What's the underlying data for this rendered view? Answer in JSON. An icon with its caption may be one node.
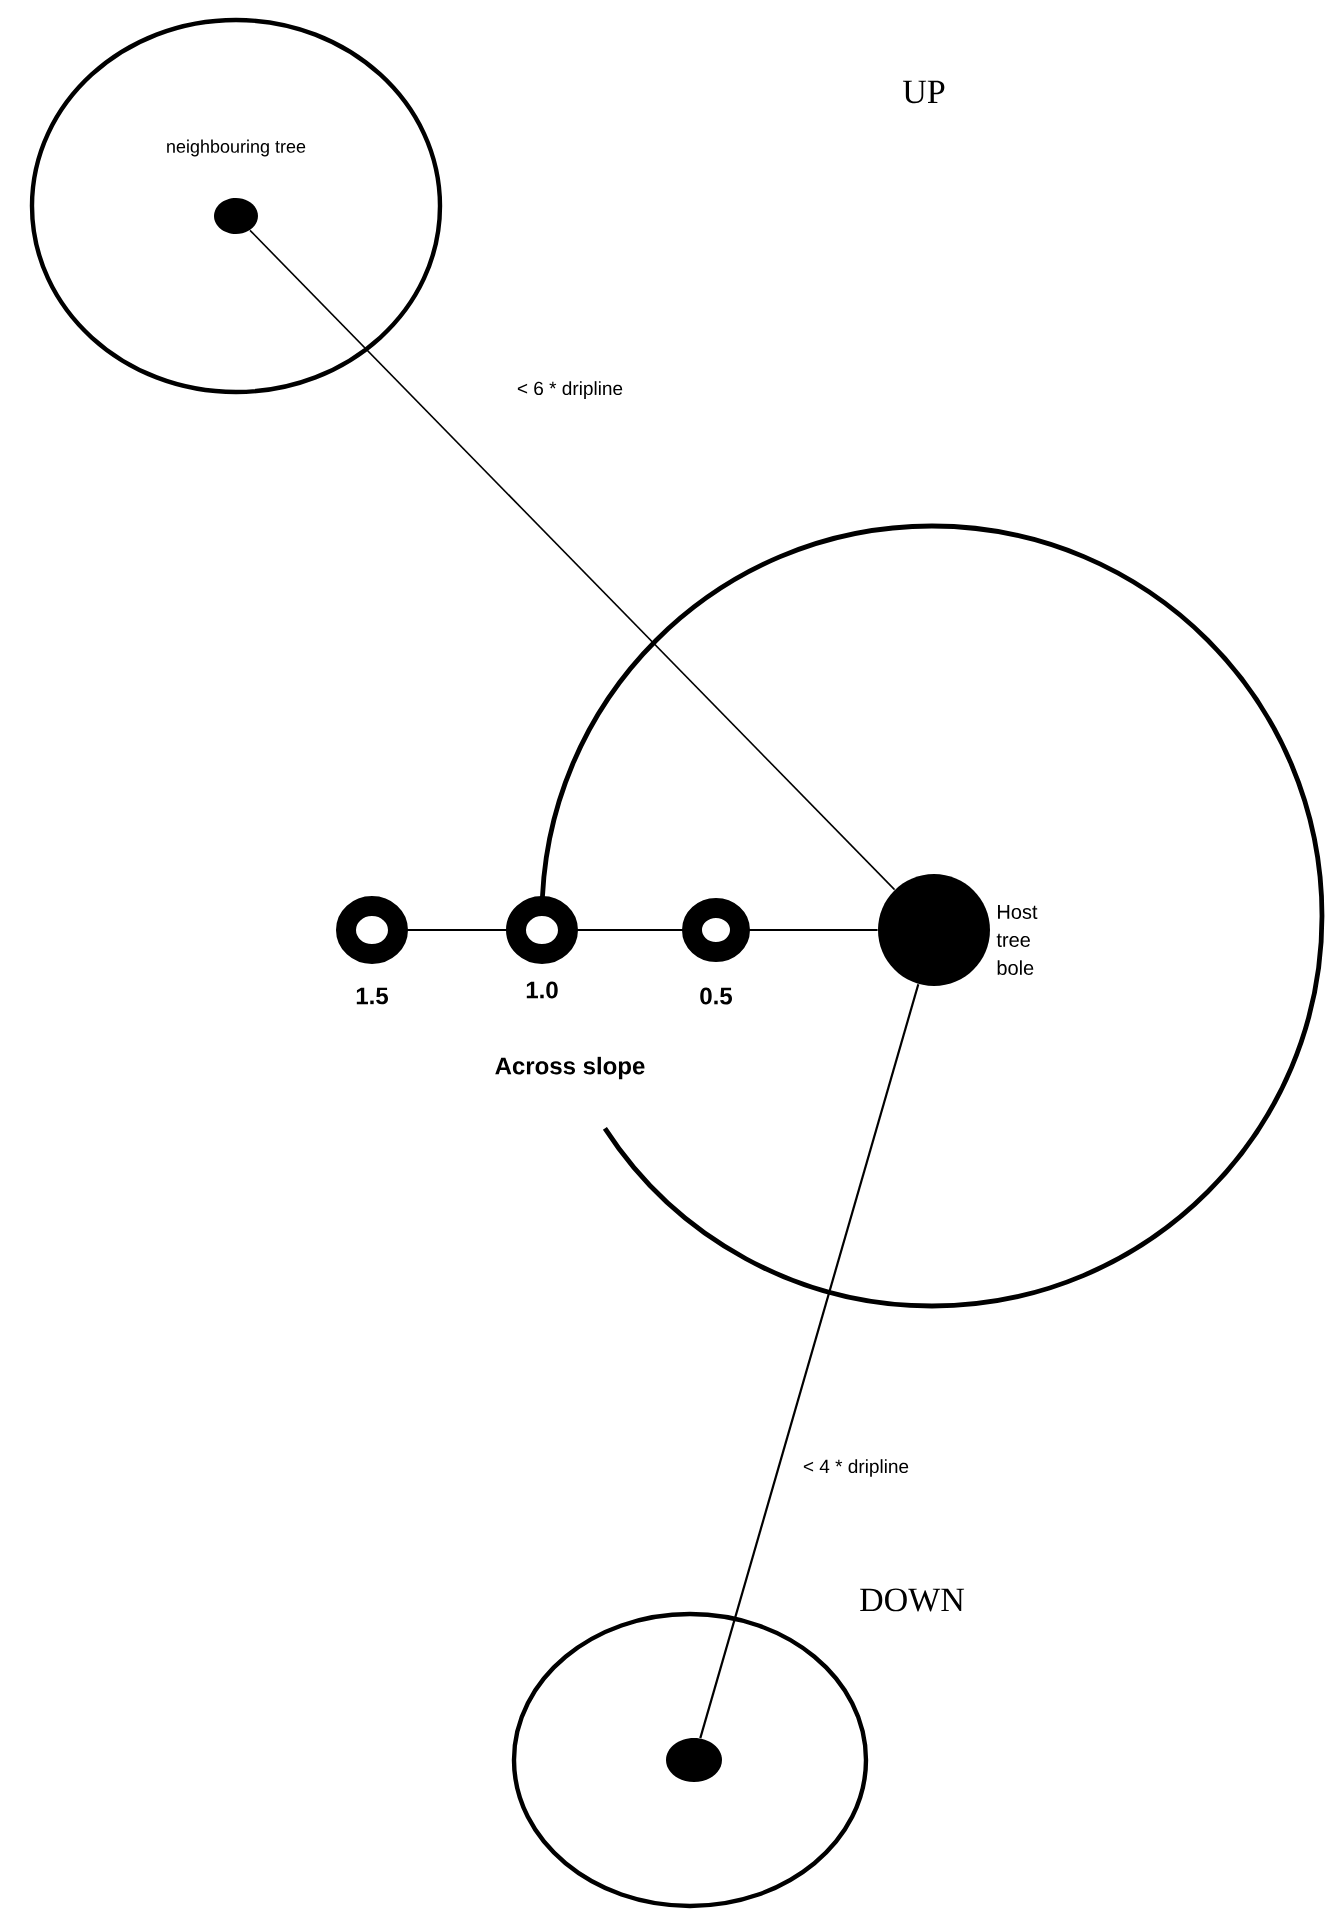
{
  "diagram": {
    "nodes": [
      {
        "text": [
          "neighbouring tree"
        ]
      },
      {
        "text": [],
        "shape": "circle",
        "in": 0
      },
      {
        "text": [],
        "shape": "circle"
      },
      {
        "text": [],
        "shape": "circle",
        "in": 2,
        "beside": [
          "Host tree bole"
        ]
      },
      {
        "text": [],
        "shape": "circle",
        "beside": [
          "1.5"
        ]
      },
      {
        "text": [],
        "shape": "circle",
        "beside": [
          "1.0"
        ]
      },
      {
        "text": [],
        "shape": "circle",
        "in": 2,
        "beside": [
          "0.5"
        ]
      },
      {
        "text": [],
        "shape": "circle"
      },
      {
        "text": [],
        "shape": "circle",
        "in": 7
      }
    ],
    "edges": [
      {
        "from": 1,
        "to": 3,
        "arrow": "none",
        "label": "< 6 * dripline"
      },
      {
        "from": 3,
        "to": 8,
        "arrow": "none",
        "label": "< 4 * dripline"
      },
      {
        "from": 4,
        "to": 5,
        "arrow": "none"
      },
      {
        "from": 5,
        "to": 6,
        "arrow": "none"
      },
      {
        "from": 6,
        "to": 3,
        "arrow": "none"
      }
    ],
    "labels": [
      "UP",
      "Across slope",
      "DOWN"
    ]
  }
}
